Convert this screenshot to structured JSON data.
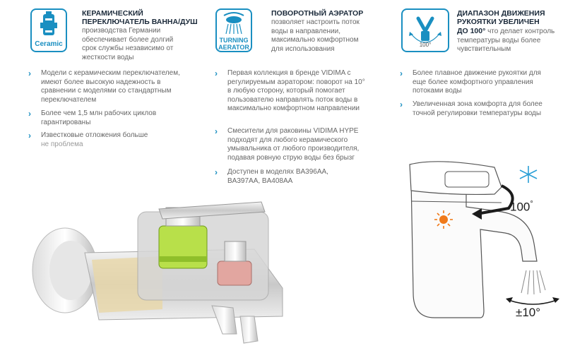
{
  "col1": {
    "badge": "Ceramic",
    "title": "КЕРАМИЧЕСКИЙ ПЕРЕКЛЮЧАТЕЛЬ ВАННА/ДУШ",
    "text": "производства Германии обеспечивает более долгий срок службы независимо от жесткости воды",
    "bullets": [
      "Модели с керамическим переключателем, имеют более высокую надежность в сравнении с моделями со стандартным переключателем",
      "Более чем 1,5 млн рабочих циклов гарантированы",
      "Известковые отложения больше"
    ],
    "bullet3_tail": "не проблема"
  },
  "col2": {
    "badge_line1": "TURNING",
    "badge_line2": "AERATOR",
    "title": "ПОВОРОТНЫЙ АЭРАТОР",
    "text": "позволяет настроить поток воды в направлении, максимально комфортном для использования",
    "bullets": [
      "Первая коллекция в бренде VIDIMA с регулируемым аэратором: поворот на 10° в любую сторону, который помогает пользователю направлять поток воды в максимально комфортном направлении",
      "Смесители для раковины VIDIMA HYPE подходят для любого керамического умывальника от любого производителя, подавая ровную струю воды без брызг",
      "Доступен в моделях BA396AA, BA397AA, BA408AA"
    ]
  },
  "col3": {
    "badge": "100°",
    "title_line1": "ДИАПАЗОН ДВИЖЕНИЯ",
    "title_line2": "РУКОЯТКИ  УВЕЛИЧЕН",
    "title_line3": "ДО 100°",
    "text_tail": "что делает контроль температуры воды более чувствительным",
    "bullets": [
      "Более плавное движение рукоятки для еще более комфортного управления потоками воды",
      "Увеличенная зона комфорта для более точной регулировки температуры воды"
    ]
  },
  "diagram": {
    "angle_label": "100",
    "angle_sup": "°",
    "aerator_label": "±10°"
  },
  "colors": {
    "accent": "#1a8fc1",
    "cold": "#2a9fd6",
    "hot": "#f07a1a",
    "green": "#b8e04a",
    "pink": "#e2a6a0"
  }
}
